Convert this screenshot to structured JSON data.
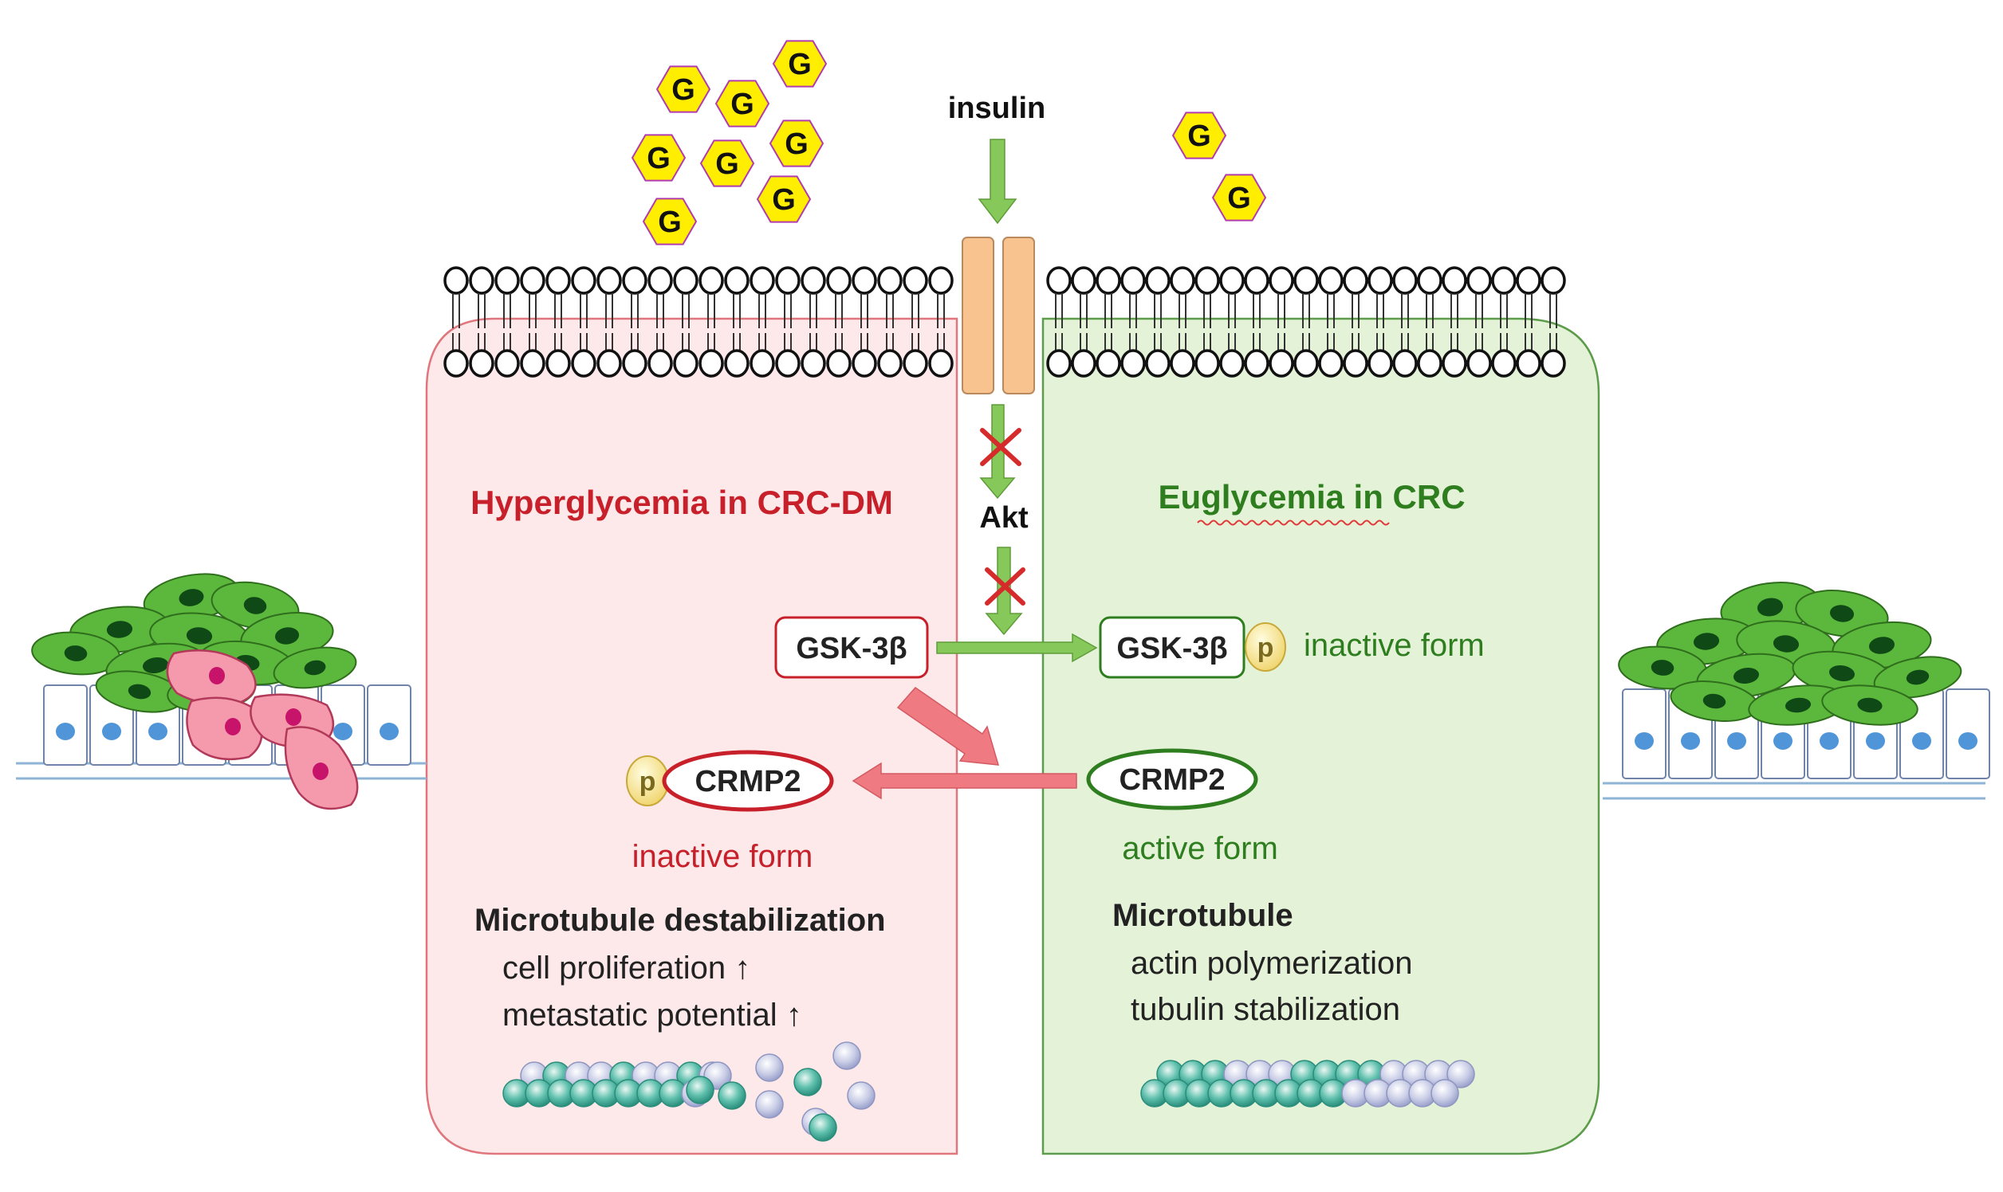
{
  "glucose_label": "G",
  "insulin": "insulin",
  "akt": "Akt",
  "left": {
    "title": "Hyperglycemia in CRC-DM",
    "gsk": "GSK-3β",
    "crmp2": "CRMP2",
    "phospho": "p",
    "form": "inactive form",
    "heading": "Microtubule destabilization",
    "line1": "cell proliferation ↑",
    "line2": "metastatic potential ↑"
  },
  "right": {
    "title": "Euglycemia in CRC",
    "gsk": "GSK-3β",
    "phospho": "p",
    "gsk_form": "inactive form",
    "crmp2": "CRMP2",
    "form": "active form",
    "heading": "Microtubule",
    "line1": "actin polymerization",
    "line2": "tubulin stabilization"
  },
  "colors": {
    "red": "#c8202a",
    "green": "#2e7d1f",
    "left_panel_fill": "#fde9ea",
    "right_panel_fill": "#e4f2d8",
    "arrow_green": "#7cc44a",
    "arrow_red": "#f07a82",
    "glucose_fill": "#ffee00",
    "channel_fill": "#f8c38f",
    "tubulin": "#3fae9a"
  }
}
